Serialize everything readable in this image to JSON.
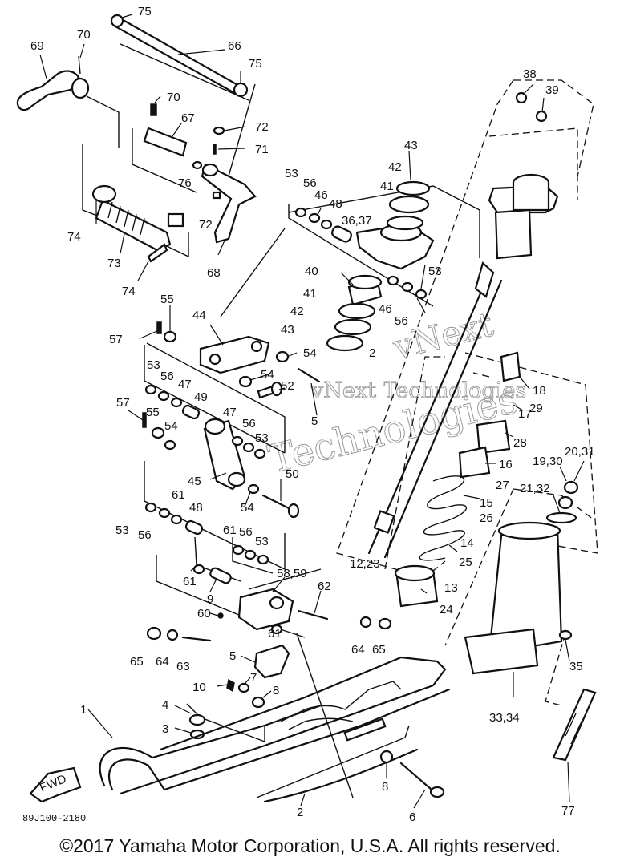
{
  "callouts": [
    "75",
    "70",
    "69",
    "66",
    "75",
    "70",
    "67",
    "72",
    "71",
    "76",
    "72",
    "74",
    "73",
    "74",
    "68",
    "53",
    "56",
    "46",
    "48",
    "36,37",
    "43",
    "42",
    "41",
    "53",
    "40",
    "41",
    "42",
    "43",
    "46",
    "56",
    "38",
    "39",
    "55",
    "57",
    "44",
    "54",
    "52",
    "54",
    "53",
    "56",
    "47",
    "49",
    "57",
    "55",
    "54",
    "47",
    "56",
    "53",
    "45",
    "54",
    "50",
    "53",
    "61",
    "48",
    "56",
    "61",
    "56",
    "53",
    "61",
    "9",
    "58,59",
    "62",
    "60",
    "61",
    "64",
    "65",
    "65",
    "64",
    "63",
    "5",
    "10",
    "7",
    "8",
    "4",
    "3",
    "1",
    "8",
    "2",
    "6",
    "77",
    "FWD",
    "33,34",
    "35",
    "13",
    "24",
    "14",
    "25",
    "15",
    "16",
    "27",
    "17",
    "28",
    "18",
    "29",
    "19,30",
    "20,31",
    "21,32",
    "26",
    "12,23",
    "2",
    "5"
  ],
  "watermark": {
    "line1": "vNext Technologies",
    "line2": "vNext",
    "line3": "Technologies"
  },
  "diagram_code": "89J100-2180",
  "copyright": "©2017 Yamaha Motor Corporation, U.S.A. All rights reserved."
}
